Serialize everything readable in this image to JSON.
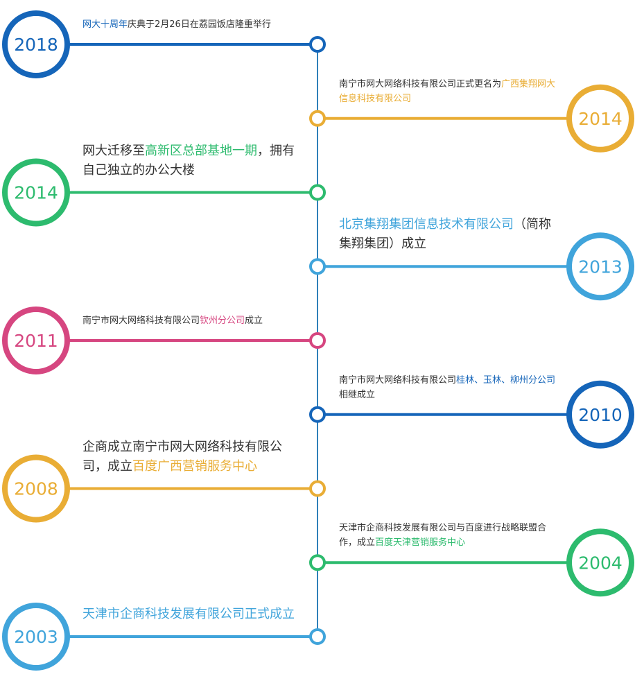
{
  "colors": {
    "axis": "#2f80b9",
    "blue_dark": "#1565b9",
    "orange": "#e9ad35",
    "green": "#2dbb6e",
    "light_blue": "#40a4db",
    "pink": "#d64680",
    "text": "#333333"
  },
  "events": [
    {
      "year": "2018",
      "side": "left",
      "color": "#1565b9",
      "size": "small",
      "segments": [
        {
          "text": "网大十周年",
          "hl": true
        },
        {
          "text": "庆典于2月26日在荔园饭店隆重举行",
          "hl": false
        }
      ]
    },
    {
      "year": "2014",
      "side": "right",
      "color": "#e9ad35",
      "size": "small",
      "segments": [
        {
          "text": "南宁市网大网络科技有限公司正式更名为",
          "hl": false
        },
        {
          "text": "广西集翔网大信息科技有限公司",
          "hl": true
        }
      ]
    },
    {
      "year": "2014",
      "side": "left",
      "color": "#2dbb6e",
      "size": "large",
      "segments": [
        {
          "text": "网大迁移至",
          "hl": false
        },
        {
          "text": "高新区总部基地一期",
          "hl": true
        },
        {
          "text": "，拥有自己独立的办公大楼",
          "hl": false
        }
      ]
    },
    {
      "year": "2013",
      "side": "right",
      "color": "#40a4db",
      "size": "large",
      "segments": [
        {
          "text": "北京集翔集团信息技术有限公司",
          "hl": true
        },
        {
          "text": "（简称集翔集团）成立",
          "hl": false
        }
      ]
    },
    {
      "year": "2011",
      "side": "left",
      "color": "#d64680",
      "size": "small",
      "segments": [
        {
          "text": "南宁市网大网络科技有限公司",
          "hl": false
        },
        {
          "text": "钦州分公司",
          "hl": true
        },
        {
          "text": "成立",
          "hl": false
        }
      ]
    },
    {
      "year": "2010",
      "side": "right",
      "color": "#1565b9",
      "size": "small",
      "segments": [
        {
          "text": "南宁市网大网络科技有限公司",
          "hl": false
        },
        {
          "text": "桂林、玉林、柳州分公司",
          "hl": true
        },
        {
          "text": "相继成立",
          "hl": false
        }
      ]
    },
    {
      "year": "2008",
      "side": "left",
      "color": "#e9ad35",
      "size": "large",
      "segments": [
        {
          "text": "企商成立南宁市网大网络科技有限公司，成立",
          "hl": false
        },
        {
          "text": "百度广西营销服务中心",
          "hl": true
        }
      ]
    },
    {
      "year": "2004",
      "side": "right",
      "color": "#2dbb6e",
      "size": "small",
      "segments": [
        {
          "text": "天津市企商科技发展有限公司与百度进行战略联盟合作，成立",
          "hl": false
        },
        {
          "text": "百度天津营销服务中心",
          "hl": true
        }
      ]
    },
    {
      "year": "2003",
      "side": "left",
      "color": "#40a4db",
      "size": "large",
      "segments": [
        {
          "text": "天津市企商科技发展有限公司正式成立",
          "hl": true
        }
      ]
    }
  ]
}
